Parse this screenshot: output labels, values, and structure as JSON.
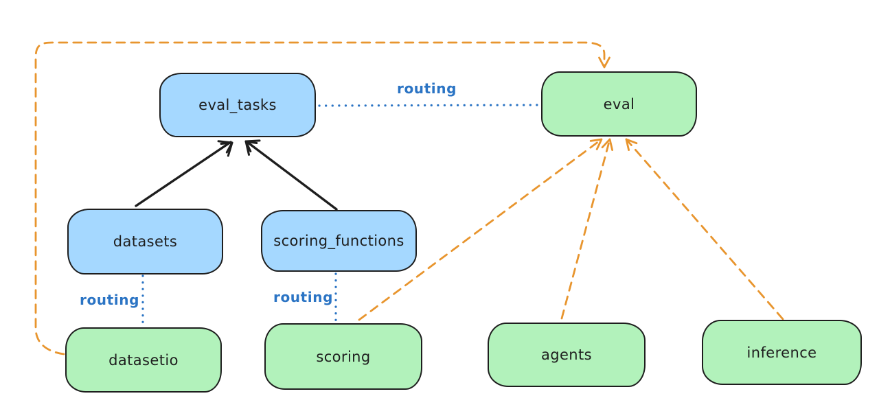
{
  "diagram": {
    "nodes": [
      {
        "id": "eval_tasks",
        "label": "eval_tasks",
        "kind": "api"
      },
      {
        "id": "eval",
        "label": "eval",
        "kind": "provider"
      },
      {
        "id": "datasets",
        "label": "datasets",
        "kind": "api"
      },
      {
        "id": "scoring_functions",
        "label": "scoring_functions",
        "kind": "api"
      },
      {
        "id": "datasetio",
        "label": "datasetio",
        "kind": "provider"
      },
      {
        "id": "scoring",
        "label": "scoring",
        "kind": "provider"
      },
      {
        "id": "agents",
        "label": "agents",
        "kind": "provider"
      },
      {
        "id": "inference",
        "label": "inference",
        "kind": "provider"
      }
    ],
    "edges": [
      {
        "from": "datasets",
        "to": "eval_tasks",
        "style": "solid-arrow",
        "label": ""
      },
      {
        "from": "scoring_functions",
        "to": "eval_tasks",
        "style": "solid-arrow",
        "label": ""
      },
      {
        "from": "eval_tasks",
        "to": "eval",
        "style": "dotted",
        "label": "routing"
      },
      {
        "from": "datasets",
        "to": "datasetio",
        "style": "dotted",
        "label": "routing"
      },
      {
        "from": "scoring_functions",
        "to": "scoring",
        "style": "dotted",
        "label": "routing"
      },
      {
        "from": "datasetio",
        "to": "eval",
        "style": "dashed-arrow",
        "label": ""
      },
      {
        "from": "scoring",
        "to": "eval",
        "style": "dashed-arrow",
        "label": ""
      },
      {
        "from": "agents",
        "to": "eval",
        "style": "dashed-arrow",
        "label": ""
      },
      {
        "from": "inference",
        "to": "eval",
        "style": "dashed-arrow",
        "label": ""
      }
    ]
  },
  "colors": {
    "api_fill": "#a5d8ff",
    "provider_fill": "#b2f2bb",
    "node_border": "#1e1e1e",
    "solid_arrow": "#1e1e1e",
    "dashed_arrow": "#e8952e",
    "routing_blue": "#2b74c4",
    "bg": "#ffffff"
  }
}
